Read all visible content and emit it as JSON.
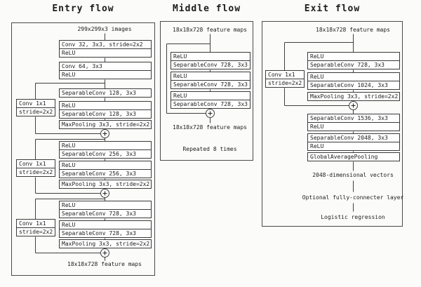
{
  "colors": {
    "background": "#fbfbf9",
    "line": "#3f3f3f",
    "box_fill": "#fefefe",
    "text": "#1c1c1c"
  },
  "symbols": {
    "merge": "+"
  },
  "entry": {
    "title": "Entry flow",
    "input_label": "299x299x3 images",
    "output_label": "18x18x728 feature maps",
    "boxes": [
      {
        "lines": [
          "Conv 32, 3x3, stride=2x2",
          "ReLU"
        ]
      },
      {
        "lines": [
          "Conv 64, 3x3",
          "ReLU"
        ]
      },
      {
        "lines": [
          "SeparableConv 128, 3x3"
        ]
      },
      {
        "lines": [
          "ReLU",
          "SeparableConv 128, 3x3"
        ]
      },
      {
        "lines": [
          "MaxPooling 3x3, stride=2x2"
        ]
      },
      {
        "lines": [
          "ReLU",
          "SeparableConv 256, 3x3"
        ]
      },
      {
        "lines": [
          "ReLU",
          "SeparableConv 256, 3x3"
        ]
      },
      {
        "lines": [
          "MaxPooling 3x3, stride=2x2"
        ]
      },
      {
        "lines": [
          "ReLU",
          "SeparableConv 728, 3x3"
        ]
      },
      {
        "lines": [
          "ReLU",
          "SeparableConv 728, 3x3"
        ]
      },
      {
        "lines": [
          "MaxPooling 3x3, stride=2x2"
        ]
      }
    ],
    "skips": [
      {
        "lines": [
          "Conv 1x1",
          "stride=2x2"
        ]
      },
      {
        "lines": [
          "Conv 1x1",
          "stride=2x2"
        ]
      },
      {
        "lines": [
          "Conv 1x1",
          "stride=2x2"
        ]
      }
    ]
  },
  "middle": {
    "title": "Middle flow",
    "input_label": "18x18x728 feature maps",
    "output_label": "18x18x728 feature maps",
    "note": "Repeated 8 times",
    "boxes": [
      {
        "lines": [
          "ReLU",
          "SeparableConv 728, 3x3"
        ]
      },
      {
        "lines": [
          "ReLU",
          "SeparableConv 728, 3x3"
        ]
      },
      {
        "lines": [
          "ReLU",
          "SeparableConv 728, 3x3"
        ]
      }
    ]
  },
  "exit": {
    "title": "Exit flow",
    "input_label": "18x18x728 feature maps",
    "vectors_label": "2048-dimensional vectors",
    "fc_label": "Optional fully-connecter layer",
    "logistic_label": "Logistic regression",
    "boxes": [
      {
        "lines": [
          "ReLU",
          "SeparableConv 728, 3x3"
        ]
      },
      {
        "lines": [
          "ReLU",
          "SeparableConv 1024, 3x3"
        ]
      },
      {
        "lines": [
          "MaxPooling 3x3, stride=2x2"
        ]
      },
      {
        "lines": [
          "SeparableConv 1536, 3x3",
          "ReLU"
        ]
      },
      {
        "lines": [
          "SeparableConv 2048, 3x3",
          "ReLU"
        ]
      },
      {
        "lines": [
          "GlobalAveragePooling"
        ]
      }
    ],
    "skip": {
      "lines": [
        "Conv 1x1",
        "stride=2x2"
      ]
    }
  }
}
